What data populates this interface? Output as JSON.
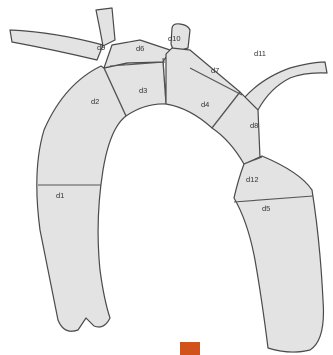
{
  "diagram": {
    "labels": {
      "d1": "d1",
      "d2": "d2",
      "d3": "d3",
      "d4": "d4",
      "d5": "d5",
      "d6": "d6",
      "d7": "d7",
      "d8": "d8",
      "d9": "d9",
      "d10": "d10",
      "d11": "d11",
      "d12": "d12"
    },
    "colors": {
      "vessel_fill": "#e3e3e3",
      "outline": "#4a4a4a",
      "marker": "#d2521c"
    }
  }
}
